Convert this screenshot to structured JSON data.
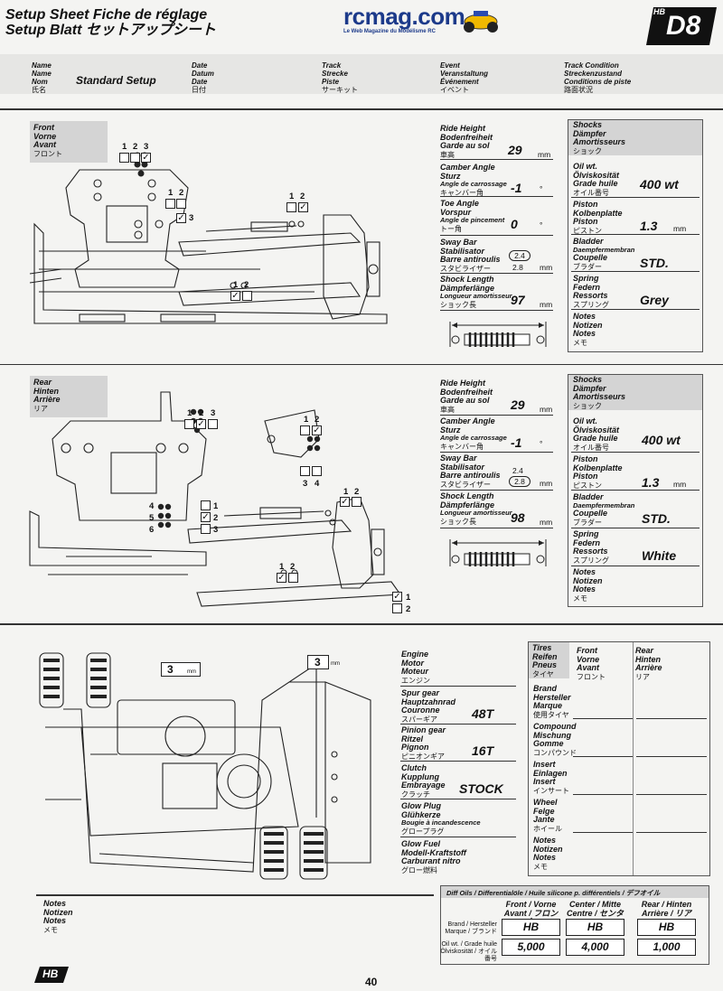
{
  "header": {
    "title_left_1": "Setup Sheet  Fiche de réglage",
    "title_left_2": "Setup Blatt  セットアップシート",
    "logo_text": "rcmag.com",
    "logo_tagline": "Le Web Magazine du Modélisme RC",
    "model_badge": "D8",
    "brand_small": "HB"
  },
  "info_row": {
    "name": [
      "Name",
      "Name",
      "Nom",
      "氏名"
    ],
    "name_value": "Standard Setup",
    "date": [
      "Date",
      "Datum",
      "Date",
      "日付"
    ],
    "track": [
      "Track",
      "Strecke",
      "Piste",
      "サーキット"
    ],
    "event": [
      "Event",
      "Veranstaltung",
      "Événement",
      "イベント"
    ],
    "condition": [
      "Track Condition",
      "Streckenzustand",
      "Conditions de piste",
      "路面状況"
    ]
  },
  "front": {
    "label": [
      "Front",
      "Vorne",
      "Avant",
      "フロント"
    ],
    "ride_height": {
      "label": [
        "Ride Height",
        "Bodenfreiheit",
        "Garde au sol",
        "車高"
      ],
      "value": "29",
      "unit": "mm"
    },
    "camber": {
      "label": [
        "Camber Angle",
        "Sturz",
        "Angle de carrossage",
        "キャンバー角"
      ],
      "value": "-1",
      "unit": "°"
    },
    "toe": {
      "label": [
        "Toe Angle",
        "Vorspur",
        "Angle de pincement",
        "トー角"
      ],
      "value": "0",
      "unit": "°"
    },
    "sway": {
      "label": [
        "Sway Bar",
        "Stabilisator",
        "Barre antiroulis",
        "スタビライザー"
      ],
      "opt1": "2.4",
      "opt2": "2.8",
      "unit": "mm"
    },
    "shock_length": {
      "label": [
        "Shock Length",
        "Dämpferlänge",
        "Longueur amortisseur",
        "ショック長"
      ],
      "value": "97",
      "unit": "mm"
    },
    "shocks": {
      "title": [
        "Shocks",
        "Dämpfer",
        "Amortisseurs",
        "ショック"
      ],
      "oil": {
        "label": [
          "Oil wt.",
          "Ölviskosität",
          "Grade huile",
          "オイル番号"
        ],
        "value": "400 wt"
      },
      "piston": {
        "label": [
          "Piston",
          "Kolbenplatte",
          "Piston",
          "ピストン"
        ],
        "value": "1.3",
        "unit": "mm"
      },
      "bladder": {
        "label": [
          "Bladder",
          "Daempfermembran",
          "Coupelle",
          "ブラダー"
        ],
        "value": "STD."
      },
      "spring": {
        "label": [
          "Spring",
          "Federn",
          "Ressorts",
          "スプリング"
        ],
        "value": "Grey"
      },
      "notes": [
        "Notes",
        "Notizen",
        "Notes",
        "メモ"
      ]
    },
    "hole_nums": [
      "1",
      "2",
      "3"
    ]
  },
  "rear": {
    "label": [
      "Rear",
      "Hinten",
      "Arrière",
      "リア"
    ],
    "ride_height": {
      "label": [
        "Ride Height",
        "Bodenfreiheit",
        "Garde au sol",
        "車高"
      ],
      "value": "29",
      "unit": "mm"
    },
    "camber": {
      "label": [
        "Camber Angle",
        "Sturz",
        "Angle de carrossage",
        "キャンバー角"
      ],
      "value": "-1",
      "unit": "°"
    },
    "sway": {
      "label": [
        "Sway Bar",
        "Stabilisator",
        "Barre antiroulis",
        "スタビライザー"
      ],
      "opt1": "2.4",
      "opt2": "2.8",
      "unit": "mm"
    },
    "shock_length": {
      "label": [
        "Shock Length",
        "Dämpferlänge",
        "Longueur amortisseur",
        "ショック長"
      ],
      "value": "98",
      "unit": "mm"
    },
    "shocks": {
      "title": [
        "Shocks",
        "Dämpfer",
        "Amortisseurs",
        "ショック"
      ],
      "oil": {
        "label": [
          "Oil wt.",
          "Ölviskosität",
          "Grade huile",
          "オイル番号"
        ],
        "value": "400 wt"
      },
      "piston": {
        "label": [
          "Piston",
          "Kolbenplatte",
          "Piston",
          "ピストン"
        ],
        "value": "1.3",
        "unit": "mm"
      },
      "bladder": {
        "label": [
          "Bladder",
          "Daempfermembran",
          "Coupelle",
          "ブラダー"
        ],
        "value": "STD."
      },
      "spring": {
        "label": [
          "Spring",
          "Federn",
          "Ressorts",
          "スプリング"
        ],
        "value": "White"
      },
      "notes": [
        "Notes",
        "Notizen",
        "Notes",
        "メモ"
      ]
    },
    "nums456": [
      "4",
      "5",
      "6"
    ]
  },
  "drivetrain": {
    "engine": [
      "Engine",
      "Motor",
      "Moteur",
      "エンジン"
    ],
    "spur": {
      "label": [
        "Spur gear",
        "Hauptzahnrad",
        "Couronne",
        "スパーギア"
      ],
      "value": "48T"
    },
    "pinion": {
      "label": [
        "Pinion gear",
        "Ritzel",
        "Pignon",
        "ピニオンギア"
      ],
      "value": "16T"
    },
    "clutch": {
      "label": [
        "Clutch",
        "Kupplung",
        "Embrayage",
        "クラッチ"
      ],
      "value": "STOCK"
    },
    "glow_plug": [
      "Glow Plug",
      "Glühkerze",
      "Bougie à incandescence",
      "グロープラグ"
    ],
    "glow_fuel": [
      "Glow Fuel",
      "Modell-Kraftstoff",
      "Carburant nitro",
      "グロー燃料"
    ],
    "measure_value": "3",
    "measure_unit": "mm"
  },
  "tires": {
    "title": [
      "Tires",
      "Reifen",
      "Pneus",
      "タイヤ"
    ],
    "front": [
      "Front",
      "Vorne",
      "Avant",
      "フロント"
    ],
    "rear": [
      "Rear",
      "Hinten",
      "Arrière",
      "リア"
    ],
    "brand": [
      "Brand",
      "Hersteller",
      "Marque",
      "使用タイヤ"
    ],
    "compound": [
      "Compound",
      "Mischung",
      "Gomme",
      "コンパウンド"
    ],
    "insert": [
      "Insert",
      "Einlagen",
      "Insert",
      "インサート"
    ],
    "wheel": [
      "Wheel",
      "Felge",
      "Jante",
      "ホイール"
    ],
    "notes": [
      "Notes",
      "Notizen",
      "Notes",
      "メモ"
    ]
  },
  "diff": {
    "title": "Diff Oils / Differentialöle / Huile silicone p. différentiels / デフオイル",
    "cols": [
      {
        "h1": "Front / Vorne",
        "h2": "Avant / フロント",
        "brand": "HB",
        "oil": "5,000"
      },
      {
        "h1": "Center / Mitte",
        "h2": "Centre / センター",
        "brand": "HB",
        "oil": "4,000"
      },
      {
        "h1": "Rear / Hinten",
        "h2": "Arrière / リア",
        "brand": "HB",
        "oil": "1,000"
      }
    ],
    "row_brand": [
      "Brand / Hersteller",
      "Marque / ブランド"
    ],
    "row_oil": [
      "Oil wt. / Grade huile",
      "Ölviskosität / オイル番号"
    ]
  },
  "notes_bottom": [
    "Notes",
    "Notizen",
    "Notes",
    "メモ"
  ],
  "page_number": "40",
  "footer_brand": "HB"
}
